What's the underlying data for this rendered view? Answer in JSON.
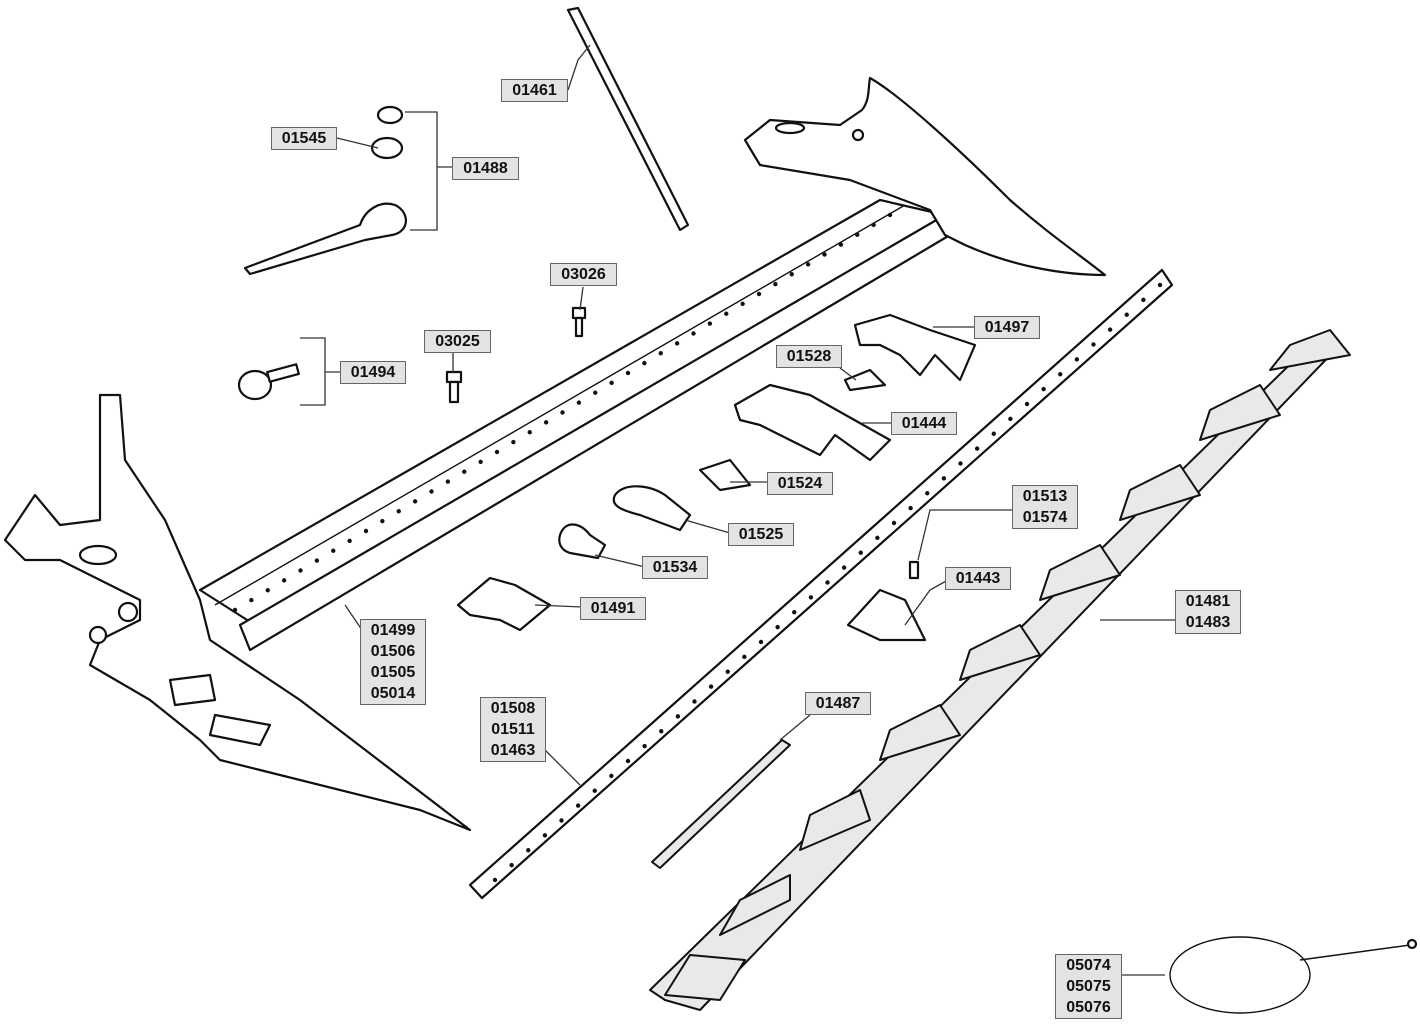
{
  "callouts": {
    "c01461": [
      "01461"
    ],
    "c01545": [
      "01545"
    ],
    "c01488": [
      "01488"
    ],
    "c03026": [
      "03026"
    ],
    "c03025": [
      "03025"
    ],
    "c01494": [
      "01494"
    ],
    "c01497": [
      "01497"
    ],
    "c01528": [
      "01528"
    ],
    "c01444": [
      "01444"
    ],
    "c01524": [
      "01524"
    ],
    "c01525": [
      "01525"
    ],
    "c01534": [
      "01534"
    ],
    "c01491": [
      "01491"
    ],
    "c01499": [
      "01499",
      "01506",
      "01505",
      "05014"
    ],
    "c01513": [
      "01513",
      "01574"
    ],
    "c01443": [
      "01443"
    ],
    "c01481": [
      "01481",
      "01483"
    ],
    "c01487": [
      "01487"
    ],
    "c01508": [
      "01508",
      "01511",
      "01463"
    ],
    "c05074": [
      "05074",
      "05075",
      "05076"
    ]
  }
}
